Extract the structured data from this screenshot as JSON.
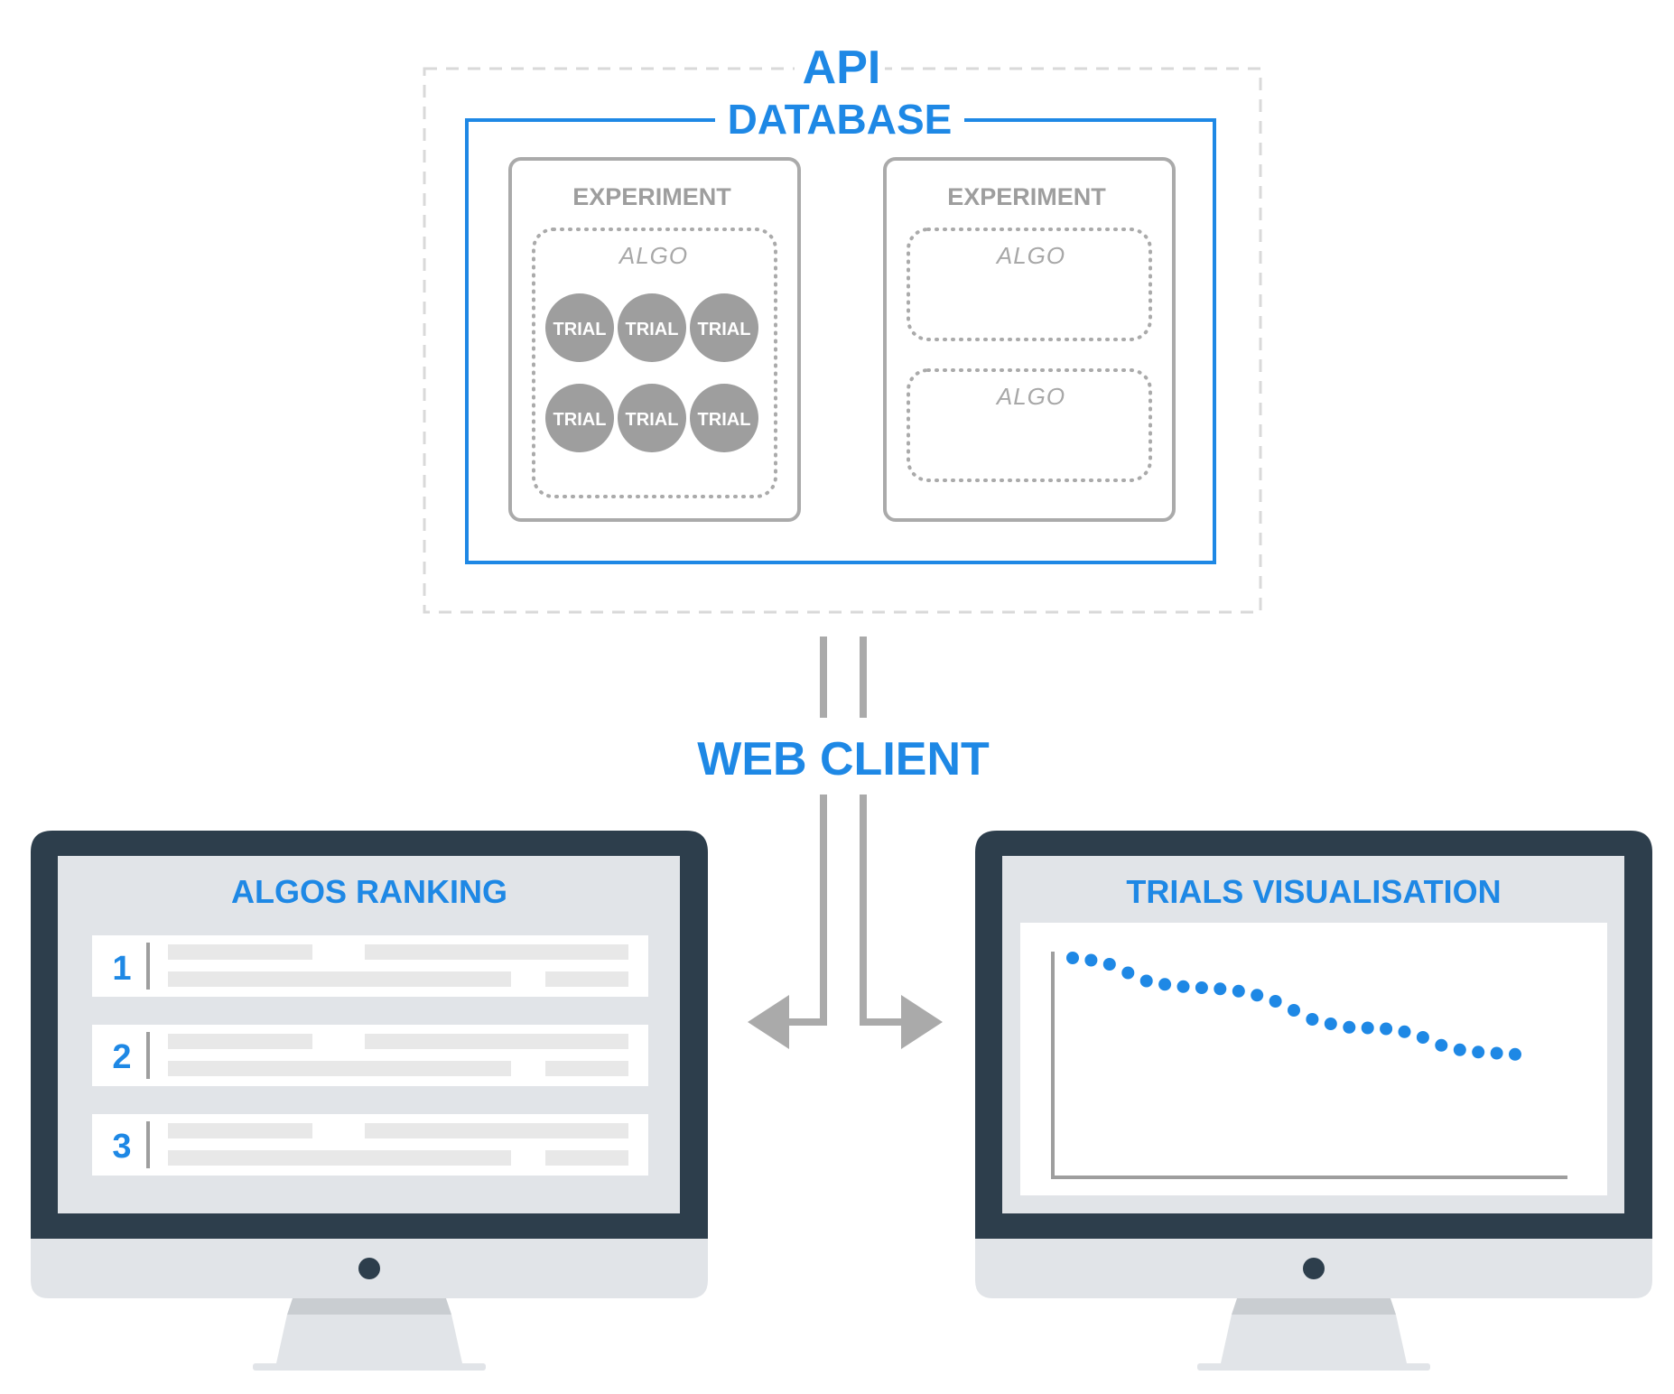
{
  "api": {
    "label": "API"
  },
  "database": {
    "label": "DATABASE"
  },
  "experiments": [
    {
      "label": "EXPERIMENT",
      "algos": [
        {
          "label": "ALGO",
          "trials": [
            "TRIAL",
            "TRIAL",
            "TRIAL",
            "TRIAL",
            "TRIAL",
            "TRIAL"
          ]
        }
      ]
    },
    {
      "label": "EXPERIMENT",
      "algos": [
        {
          "label": "ALGO",
          "trials": []
        },
        {
          "label": "ALGO",
          "trials": []
        }
      ]
    }
  ],
  "web_client": {
    "label": "WEB CLIENT"
  },
  "ranking_screen": {
    "title": "ALGOS RANKING",
    "rows": [
      "1",
      "2",
      "3"
    ]
  },
  "visualisation_screen": {
    "title": "TRIALS VISUALISATION",
    "points": [
      0.972,
      0.962,
      0.944,
      0.906,
      0.87,
      0.855,
      0.845,
      0.84,
      0.835,
      0.825,
      0.807,
      0.78,
      0.74,
      0.7,
      0.68,
      0.665,
      0.662,
      0.658,
      0.645,
      0.62,
      0.585,
      0.565,
      0.555,
      0.55,
      0.545
    ]
  },
  "colors": {
    "accent": "#1e88e5",
    "gray": "#9e9e9e",
    "monitor_frame": "#2d3e4c",
    "screen_bg": "#e1e4e8"
  }
}
